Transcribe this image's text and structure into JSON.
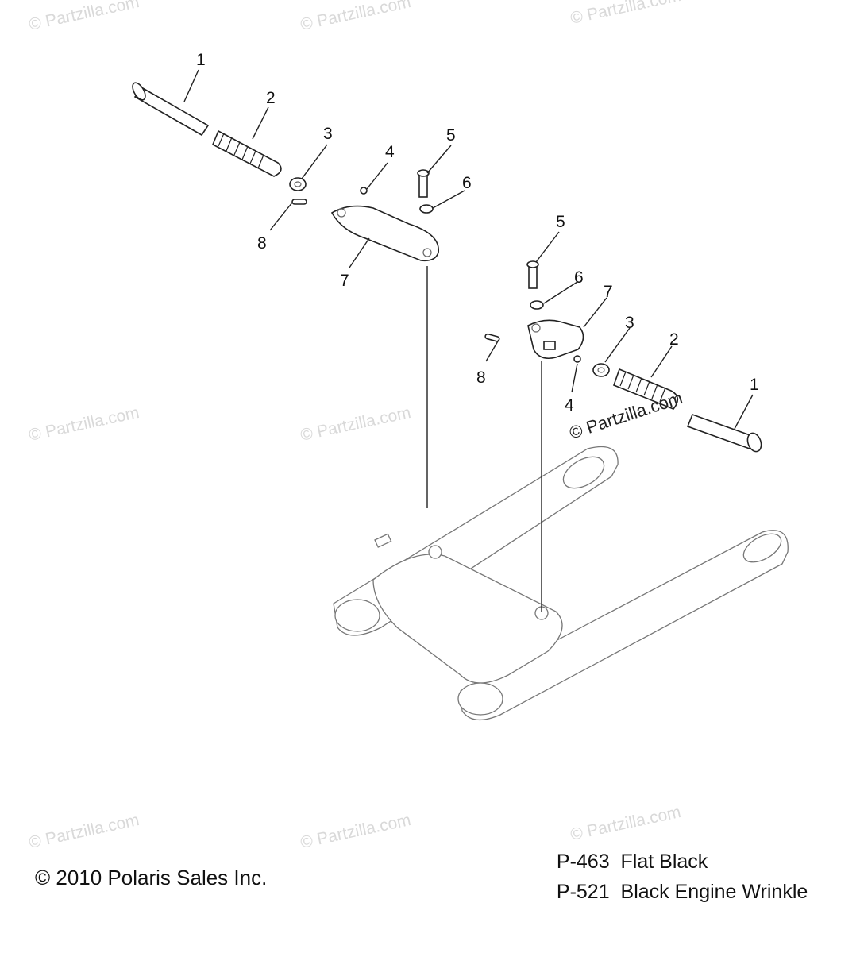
{
  "watermark": "© Partzilla.com",
  "callouts": [
    "1",
    "2",
    "3",
    "4",
    "5",
    "6",
    "7",
    "8",
    "5",
    "6",
    "7",
    "3",
    "2",
    "1",
    "8",
    "4"
  ],
  "paint_codes": [
    {
      "code": "P-463",
      "desc": "Flat Black"
    },
    {
      "code": "P-521",
      "desc": "Black Engine Wrinkle"
    }
  ],
  "copyright": "© 2010 Polaris Sales Inc."
}
